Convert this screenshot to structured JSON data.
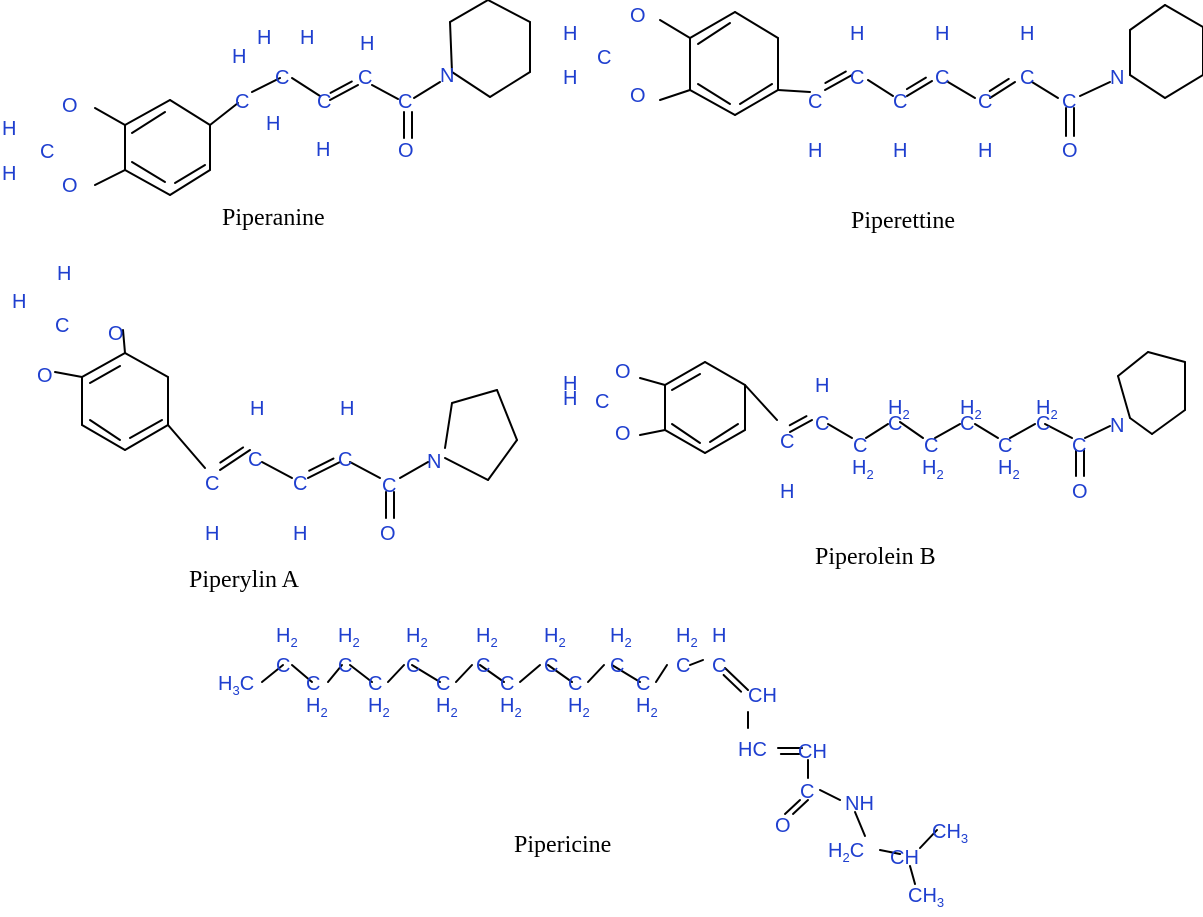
{
  "molecules": [
    {
      "key": "piperanine",
      "name": "Piperanine"
    },
    {
      "key": "piperettine",
      "name": "Piperettine"
    },
    {
      "key": "piperylin_a",
      "name": "Piperylin A"
    },
    {
      "key": "piperolein_b",
      "name": "Piperolein B"
    },
    {
      "key": "pipericine",
      "name": "Pipericine"
    }
  ],
  "atoms": {
    "H": "H",
    "C": "C",
    "O": "O",
    "N": "N",
    "CH": "CH",
    "HC": "HC",
    "NH": "NH",
    "H2_main": "H",
    "H2_sub": "2",
    "H3_main": "H",
    "H3_sub": "3",
    "CH3_main": "CH",
    "CH3_sub": "3",
    "H2C_main": "H",
    "H2C_sub": "2",
    "H2C_tail": "C"
  },
  "colors": {
    "atom": "#1f3fcf",
    "bond": "#000000"
  }
}
